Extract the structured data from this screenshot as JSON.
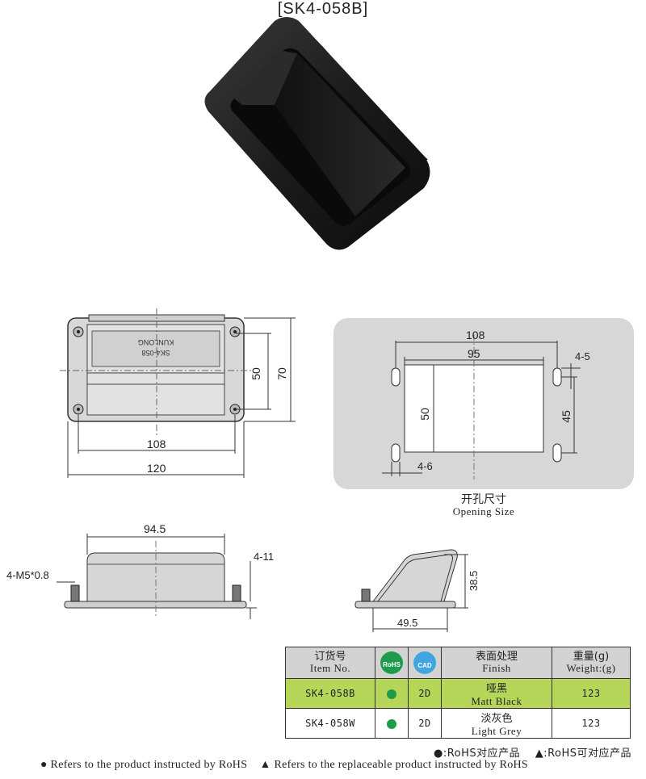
{
  "product": {
    "model_code": "[SK4-058B]"
  },
  "front_view": {
    "dim_108": "108",
    "dim_120": "120",
    "dim_50": "50",
    "dim_70": "70"
  },
  "opening": {
    "title_cn": "开孔尺寸",
    "title_en": "Opening Size",
    "dim_108": "108",
    "dim_95": "95",
    "dim_4_5": "4-5",
    "dim_50": "50",
    "dim_45": "45",
    "dim_4_6": "4-6"
  },
  "side_view": {
    "dim_94_5": "94.5",
    "dim_4_11": "4-11",
    "dim_thread": "4-M5*0.8"
  },
  "profile_view": {
    "dim_38_5": "38.5",
    "dim_49_5": "49.5"
  },
  "table": {
    "headers": {
      "item_cn": "订货号",
      "item_en": "Item No.",
      "rohs_badge": "RoHS",
      "cad_badge": "CAD",
      "finish_cn": "表面处理",
      "finish_en": "Finish",
      "weight_cn": "重量(g)",
      "weight_en": "Weight:(g)"
    },
    "rows": [
      {
        "item": "SK4-058B",
        "cad": "2D",
        "finish_cn": "哑黑",
        "finish_en": "Matt Black",
        "weight": "123"
      },
      {
        "item": "SK4-058W",
        "cad": "2D",
        "finish_cn": "淡灰色",
        "finish_en": "Light Grey",
        "weight": "123"
      }
    ]
  },
  "legend": {
    "circle_cn": "●:RoHS对应产品",
    "triangle_cn": "▲:RoHS可对应产品",
    "circle_en": "● Refers to the product instructed by RoHS",
    "triangle_en": "▲ Refers to the replaceable product instructed by RoHS"
  },
  "colors": {
    "rohs_green": "#1e9c4c",
    "highlight_row": "#b6d65a",
    "header_grey": "#d3d3d3",
    "panel_grey": "#d7d7d7"
  }
}
